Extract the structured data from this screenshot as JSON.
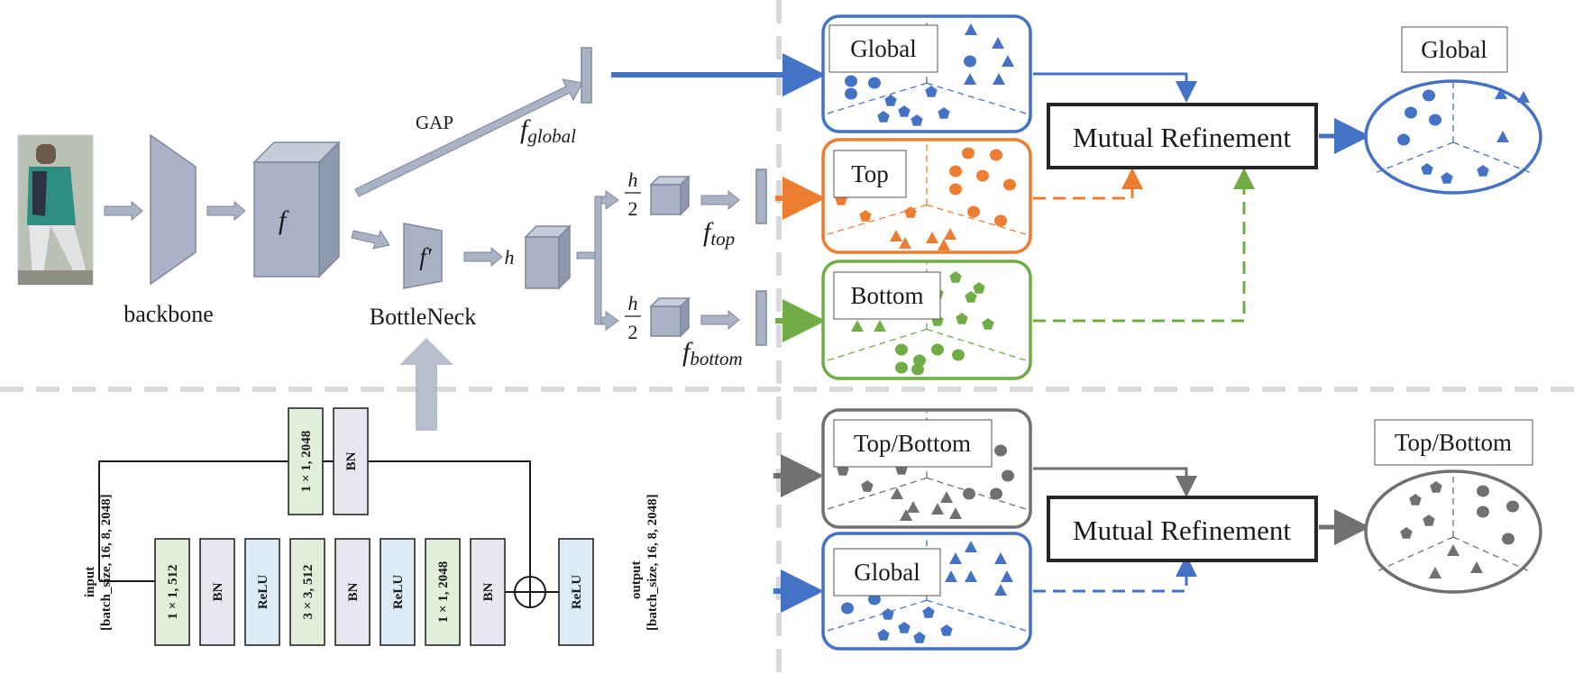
{
  "colors": {
    "blue": "#4472C4",
    "orange": "#ED7D31",
    "green": "#70AD47",
    "gray": "#707070",
    "block": "#AAB3C5",
    "blockStroke": "#7E889C",
    "green_block": "#E2EFDA",
    "purple_block": "#EAE6F0",
    "cyan_block": "#DDEBF7",
    "divider": "#D9D9D9"
  },
  "labels": {
    "backbone": "backbone",
    "bottleneck": "BottleNeck",
    "gap": "GAP",
    "f": "f",
    "f_prime": "f′",
    "h": "h",
    "h_num": "h",
    "two": "2",
    "f_global_main": "f",
    "f_global_sub": "global",
    "f_top_main": "f",
    "f_top_sub": "top",
    "f_bottom_main": "f",
    "f_bottom_sub": "bottom"
  },
  "clusters": {
    "global": "Global",
    "top": "Top",
    "bottom": "Bottom",
    "top_bottom": "Top/Bottom",
    "global2": "Global"
  },
  "refine": {
    "top_label": "Mutual Refinement",
    "bottom_label": "Mutual Refinement"
  },
  "results": {
    "global": "Global",
    "top_bottom": "Top/Bottom"
  },
  "bottleneck_detail": {
    "input": "input",
    "input_shape": "[batch_size, 16, 8, 2048]",
    "output": "output",
    "output_shape": "[batch_size, 16, 8, 2048]",
    "shortcut": [
      "1 × 1, 2048",
      "BN"
    ],
    "main": [
      "1 × 1, 512",
      "BN",
      "ReLU",
      "3 × 3, 512",
      "BN",
      "ReLU",
      "1 × 1, 2048",
      "BN"
    ],
    "final": "ReLU"
  }
}
